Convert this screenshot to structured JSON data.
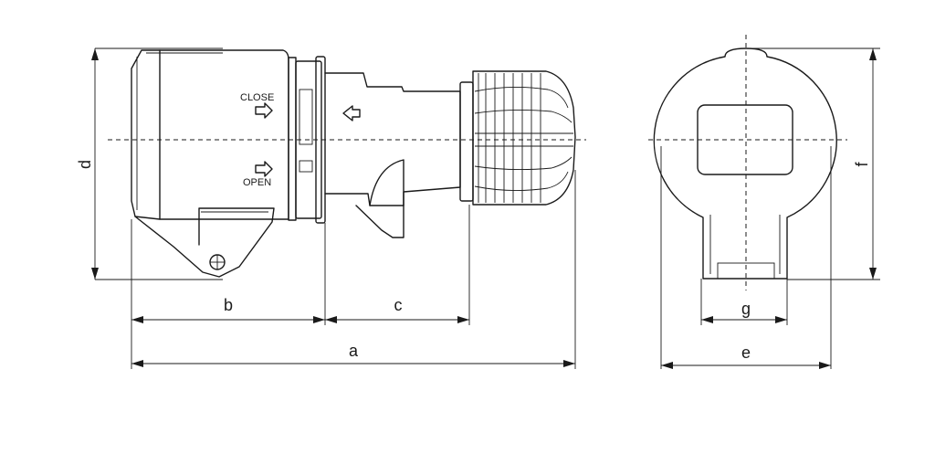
{
  "side_view": {
    "close_label": "CLOSE",
    "open_label": "OPEN"
  },
  "dimensions": {
    "a": "a",
    "b": "b",
    "c": "c",
    "d": "d",
    "e": "e",
    "f": "f",
    "g": "g"
  }
}
